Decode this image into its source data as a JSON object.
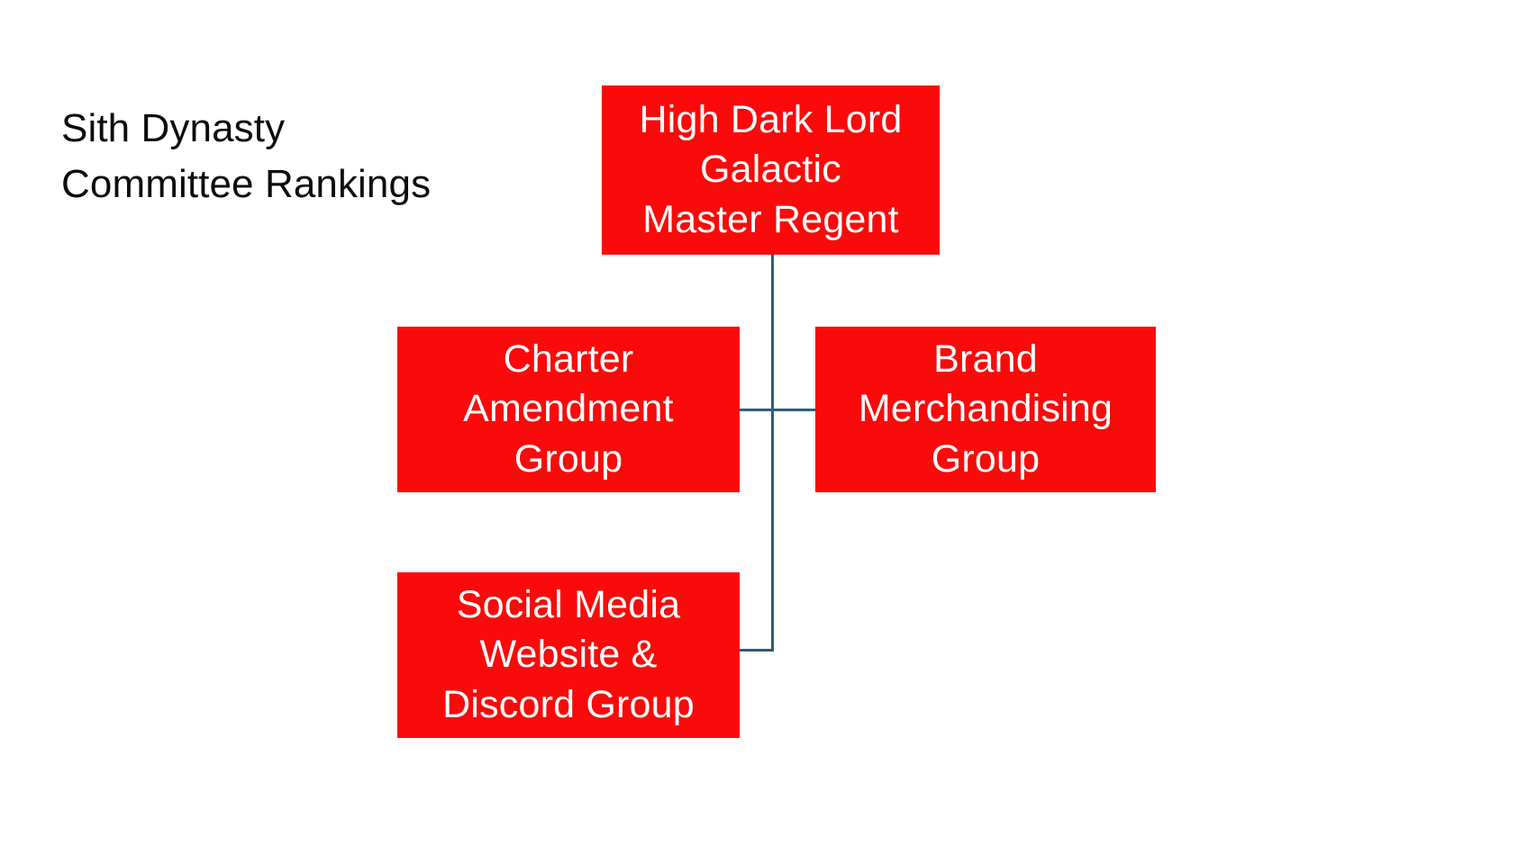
{
  "slide": {
    "title": "Sith Dynasty\nCommittee Rankings",
    "background_color": "#ffffff",
    "text_color": "#0d0d0d"
  },
  "theme": {
    "node_fill": "#fa0a0a",
    "node_text_color": "#ffffff",
    "connector_color": "#2f5e73"
  },
  "org_chart": {
    "type": "org-chart",
    "orientation": "top-down-with-left-right-branches",
    "nodes": [
      {
        "id": "root",
        "label": "High Dark Lord\nGalactic\nMaster Regent",
        "level": 0,
        "fill": "#fa0a0a"
      },
      {
        "id": "charter",
        "label": "Charter\nAmendment\nGroup",
        "level": 1,
        "fill": "#fa0a0a"
      },
      {
        "id": "brand",
        "label": "Brand\nMerchandising\nGroup",
        "level": 1,
        "fill": "#fa0a0a"
      },
      {
        "id": "social",
        "label": "Social Media\nWebsite &\nDiscord Group",
        "level": 2,
        "fill": "#fa0a0a"
      }
    ],
    "edges": [
      {
        "from": "root",
        "to": "charter"
      },
      {
        "from": "root",
        "to": "brand"
      },
      {
        "from": "root",
        "to": "social"
      }
    ]
  }
}
